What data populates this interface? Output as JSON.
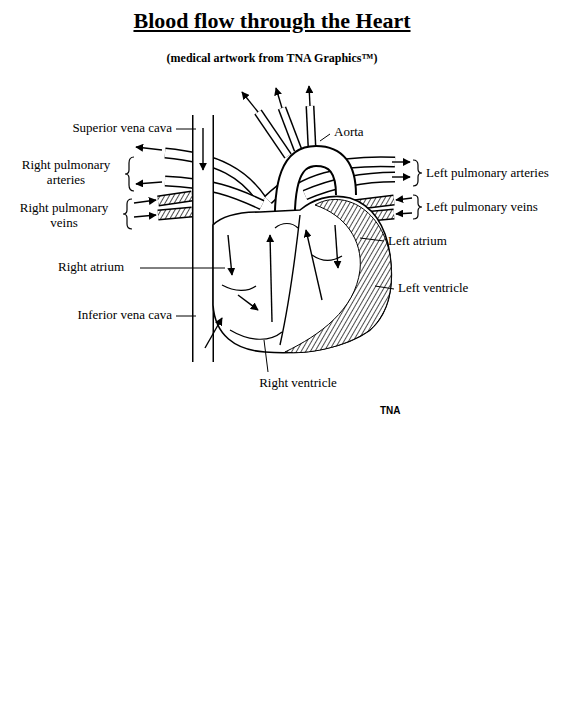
{
  "diagram": {
    "title": "Blood flow through the Heart",
    "caption": "(medical artwork from TNA Graphics™)",
    "labels": [
      "Superior vena cava",
      "Right pulmonary arteries",
      "Right pulmonary veins",
      "Right atrium",
      "Inferior vena cava",
      "Aorta",
      "Left pulmonary arteries",
      "Left pulmonary veins",
      "Left atrium",
      "Left ventricle",
      "Right ventricle",
      "TNA"
    ]
  }
}
